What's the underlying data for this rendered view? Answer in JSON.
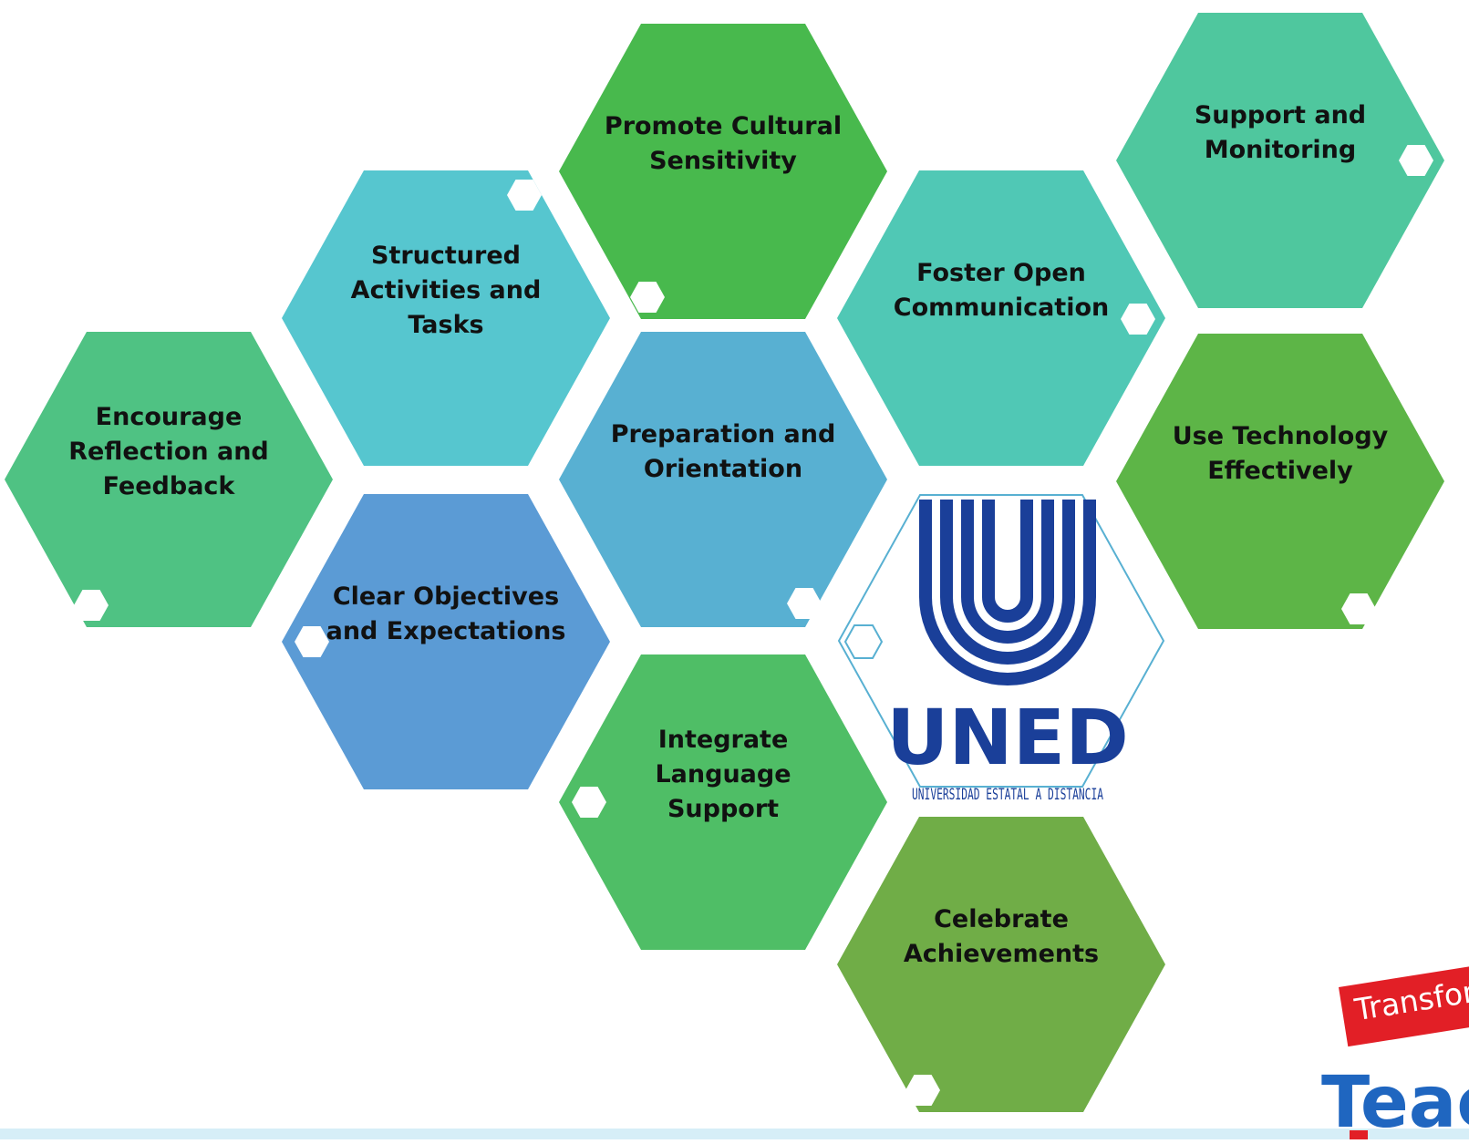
{
  "hexagons": [
    {
      "id": "encourage-reflection",
      "label": "Encourage\nReflection and\nFeedback",
      "color": "#4fc283"
    },
    {
      "id": "structured-activities",
      "label": "Structured\nActivities and\nTasks",
      "color": "#56c6cf"
    },
    {
      "id": "clear-objectives",
      "label": "Clear Objectives\nand Expectations",
      "color": "#5b9bd5"
    },
    {
      "id": "promote-cultural",
      "label": "Promote Cultural\nSensitivity",
      "color": "#48b94d"
    },
    {
      "id": "preparation-orientation",
      "label": "Preparation and\nOrientation",
      "color": "#58b0d2"
    },
    {
      "id": "integrate-language",
      "label": "Integrate\nLanguage\nSupport",
      "color": "#4fbe66"
    },
    {
      "id": "foster-open",
      "label": "Foster Open\nCommunication",
      "color": "#50c8b5"
    },
    {
      "id": "celebrate-achievements",
      "label": "Celebrate\nAchievements",
      "color": "#70ad47"
    },
    {
      "id": "support-monitoring",
      "label": "Support and\nMonitoring",
      "color": "#4fc79e"
    },
    {
      "id": "use-technology",
      "label": "Use Technology\nEffectively",
      "color": "#5db547"
    }
  ],
  "logo": {
    "name": "UNED",
    "subtitle": "UNIVERSIDAD ESTATAL A DISTANCIA",
    "color": "#1a3f99",
    "frame_color": "#58b0d2"
  },
  "footer_badge": {
    "transform_text": "Transfor",
    "teach_text": "Teac"
  }
}
